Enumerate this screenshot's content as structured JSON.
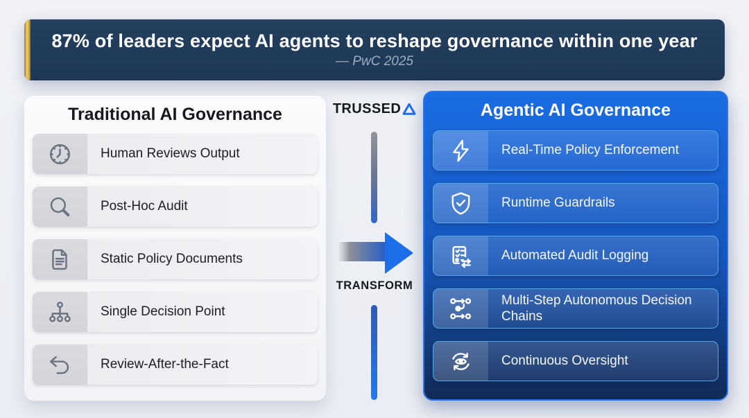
{
  "banner": {
    "title": "87% of leaders expect AI agents to reshape governance within one year",
    "source": "— PwC 2025"
  },
  "left_panel": {
    "title": "Traditional AI Governance",
    "items": [
      {
        "icon": "clock-icon",
        "label": "Human Reviews Output"
      },
      {
        "icon": "magnifier-icon",
        "label": "Post-Hoc Audit"
      },
      {
        "icon": "document-icon",
        "label": "Static Policy Documents"
      },
      {
        "icon": "hierarchy-icon",
        "label": "Single Decision Point"
      },
      {
        "icon": "undo-arrow-icon",
        "label": "Review-After-the-Fact"
      }
    ]
  },
  "middle": {
    "logo_text": "TRUSSED",
    "logo_icon": "blue-triangle-delta",
    "transform_label": "TRANSFORM"
  },
  "right_panel": {
    "title": "Agentic AI Governance",
    "items": [
      {
        "icon": "lightning-bolt-icon",
        "label": "Real-Time Policy Enforcement"
      },
      {
        "icon": "shield-check-icon",
        "label": "Runtime Guardrails"
      },
      {
        "icon": "checklist-arrows-icon",
        "label": "Automated Audit Logging"
      },
      {
        "icon": "flow-nodes-icon",
        "label": "Multi-Step Autonomous Decision Chains"
      },
      {
        "icon": "eye-refresh-icon",
        "label": "Continuous Oversight"
      }
    ]
  },
  "colors": {
    "banner_bg": "#20395A",
    "banner_accent_gold": "#ECD27F",
    "banner_source_text": "#9DACC2",
    "page_bg": "#EDF0F5",
    "left_panel_bg": "#F7F8FA",
    "left_icon_gray": "#6B7280",
    "right_panel_top": "#1A6CE4",
    "right_panel_bottom": "#122A55",
    "right_row_border": "#55A6E8",
    "brand_blue": "#1F6FE8"
  }
}
